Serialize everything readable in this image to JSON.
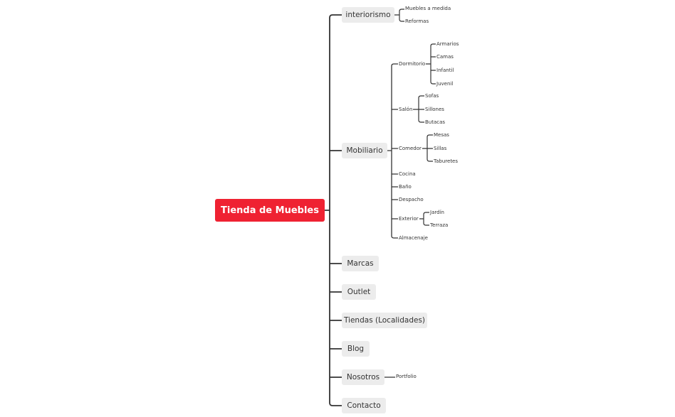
{
  "map": {
    "root": "Tienda de Muebles",
    "colors": {
      "root_fill": "#ef2232",
      "topic_fill": "#ececec",
      "line": "#333333"
    },
    "branches": [
      {
        "id": "interiorismo",
        "label": "interiorismo",
        "children": [
          {
            "id": "muebles-a-medida",
            "label": "Muebles a medida"
          },
          {
            "id": "reformas",
            "label": "Reformas"
          }
        ]
      },
      {
        "id": "mobiliario",
        "label": "Mobiliario",
        "children": [
          {
            "id": "dormitorio",
            "label": "Dormitorio",
            "children": [
              {
                "id": "armarios",
                "label": "Armarios"
              },
              {
                "id": "camas",
                "label": "Camas"
              },
              {
                "id": "infantil",
                "label": "Infantil"
              },
              {
                "id": "juvenil",
                "label": "Juvenil"
              }
            ]
          },
          {
            "id": "salon",
            "label": "Salón",
            "children": [
              {
                "id": "sofas",
                "label": "Sofas"
              },
              {
                "id": "sillones",
                "label": "Sillones"
              },
              {
                "id": "butacas",
                "label": "Butacas"
              }
            ]
          },
          {
            "id": "comedor",
            "label": "Comedor",
            "children": [
              {
                "id": "mesas",
                "label": "Mesas"
              },
              {
                "id": "sillas",
                "label": "Sillas"
              },
              {
                "id": "taburetes",
                "label": "Taburetes"
              }
            ]
          },
          {
            "id": "cocina",
            "label": "Cocina"
          },
          {
            "id": "bano",
            "label": "Baño"
          },
          {
            "id": "despacho",
            "label": "Despacho"
          },
          {
            "id": "exterior",
            "label": "Exterior",
            "children": [
              {
                "id": "jardin",
                "label": "Jardín"
              },
              {
                "id": "terraza",
                "label": "Terraza"
              }
            ]
          },
          {
            "id": "almacenaje",
            "label": "Almacenaje"
          }
        ]
      },
      {
        "id": "marcas",
        "label": "Marcas"
      },
      {
        "id": "outlet",
        "label": "Outlet"
      },
      {
        "id": "tiendas",
        "label": "Tiendas (Localidades)"
      },
      {
        "id": "blog",
        "label": "Blog"
      },
      {
        "id": "nosotros",
        "label": "Nosotros",
        "children": [
          {
            "id": "portfolio",
            "label": "Portfolio"
          }
        ]
      },
      {
        "id": "contacto",
        "label": "Contacto"
      }
    ]
  }
}
